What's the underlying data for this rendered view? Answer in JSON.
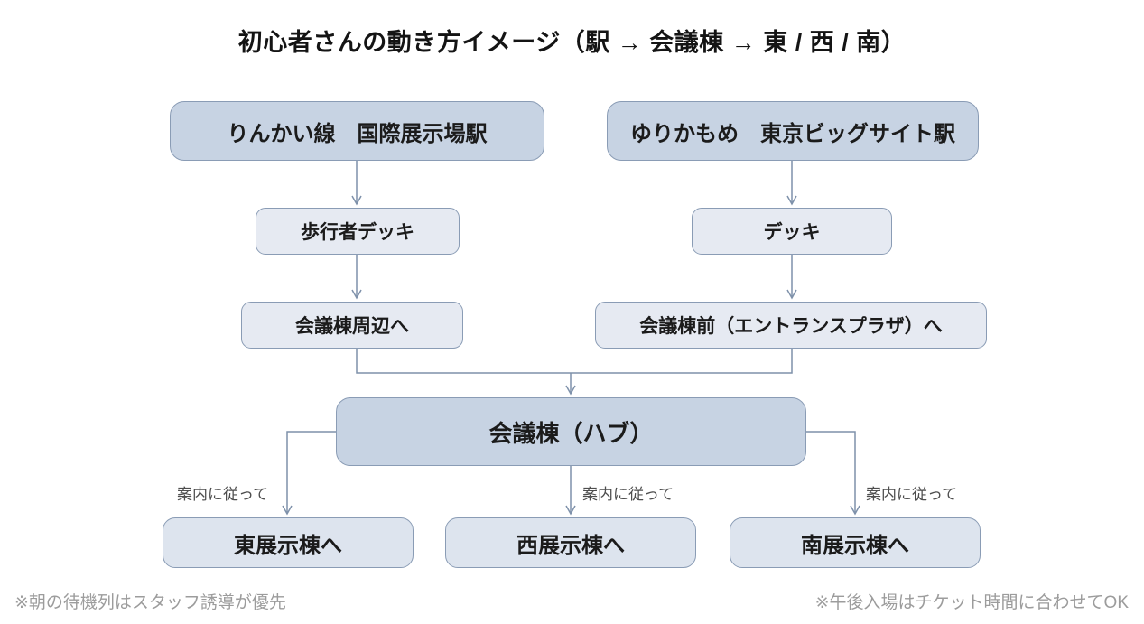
{
  "title": "初心者さんの動き方イメージ（駅 → 会議棟 → 東 / 西 / 南）",
  "nodes": {
    "rinkai_station": {
      "label": "りんかい線　国際展示場駅"
    },
    "yurikamome_station": {
      "label": "ゆりかもめ　東京ビッグサイト駅"
    },
    "pedestrian_deck": {
      "label": "歩行者デッキ"
    },
    "deck": {
      "label": "デッキ"
    },
    "around_conference": {
      "label": "会議棟周辺へ"
    },
    "front_conference": {
      "label": "会議棟前（エントランスプラザ）へ"
    },
    "hub": {
      "label": "会議棟（ハブ）"
    },
    "east_hall": {
      "label": "東展示棟へ"
    },
    "west_hall": {
      "label": "西展示棟へ"
    },
    "south_hall": {
      "label": "南展示棟へ"
    }
  },
  "edge_labels": {
    "to_east": "案内に従って",
    "to_west": "案内に従って",
    "to_south": "案内に従って"
  },
  "notes": {
    "left": "※朝の待機列はスタッフ誘導が優先",
    "right": "※午後入場はチケット時間に合わせてOK"
  },
  "colors": {
    "node_primary_fill": "#c7d3e3",
    "node_secondary_fill": "#e6eaf2",
    "node_tertiary_fill": "#dde4ee",
    "node_border": "#8a9cb5",
    "connector": "#7e91aa"
  }
}
